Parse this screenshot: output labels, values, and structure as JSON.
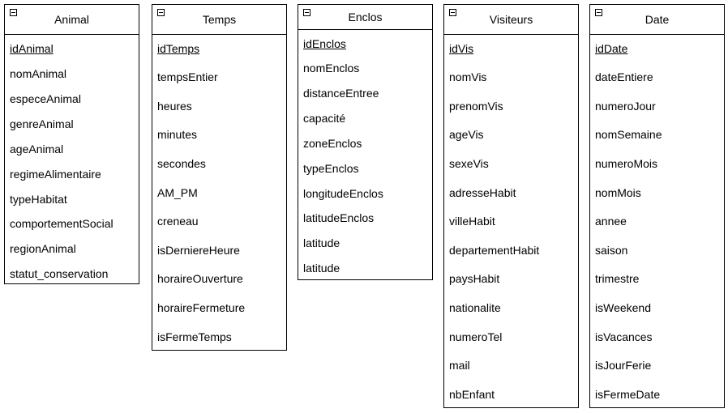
{
  "tables": [
    {
      "title": "Animal",
      "fields": [
        "idAnimal",
        "nomAnimal",
        "especeAnimal",
        "genreAnimal",
        "ageAnimal",
        "regimeAlimentaire",
        "typeHabitat",
        "comportementSocial",
        "regionAnimal",
        "statut_conservation"
      ]
    },
    {
      "title": "Temps",
      "fields": [
        "idTemps",
        "tempsEntier",
        "heures",
        "minutes",
        "secondes",
        "AM_PM",
        "creneau",
        "isDerniereHeure",
        "horaireOuverture",
        "horaireFermeture",
        "isFermeTemps"
      ]
    },
    {
      "title": "Enclos",
      "fields": [
        "idEnclos",
        "nomEnclos",
        "distanceEntree",
        "capacité",
        "zoneEnclos",
        "typeEnclos",
        "longitudeEnclos",
        "latitudeEnclos",
        "latitude",
        "latitude"
      ]
    },
    {
      "title": "Visiteurs",
      "fields": [
        "idVis",
        "nomVis",
        "prenomVis",
        "ageVis",
        "sexeVis",
        "adresseHabit",
        "villeHabit",
        "departementHabit",
        "paysHabit",
        "nationalite",
        "numeroTel",
        "mail",
        "nbEnfant"
      ]
    },
    {
      "title": "Date",
      "fields": [
        "idDate",
        "dateEntiere",
        "numeroJour",
        "nomSemaine",
        "numeroMois",
        "nomMois",
        "annee",
        "saison",
        "trimestre",
        "isWeekend",
        "isVacances",
        "isJourFerie",
        "isFermeDate"
      ]
    }
  ]
}
